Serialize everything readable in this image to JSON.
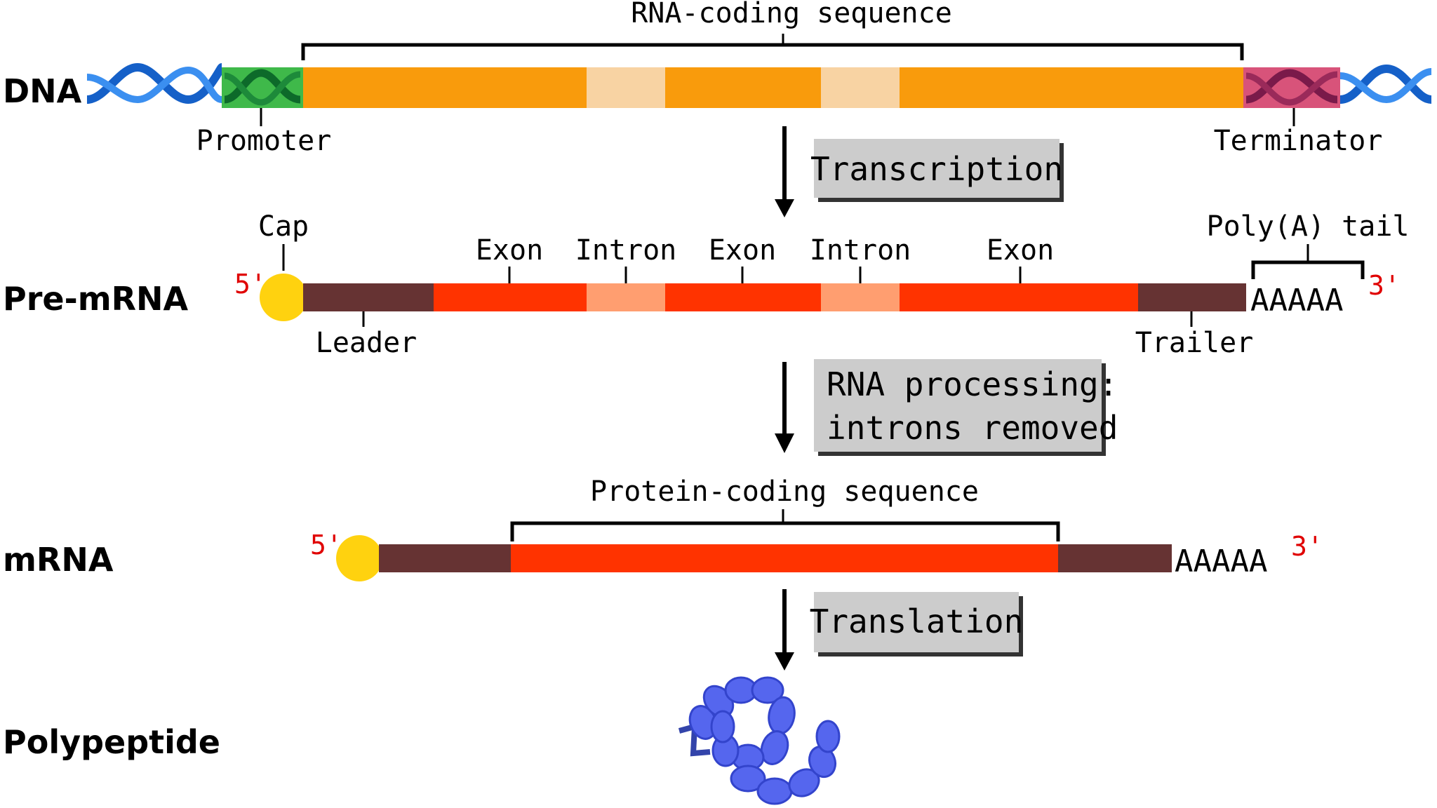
{
  "rows": {
    "dna": "DNA",
    "pre_mrna": "Pre-mRNA",
    "mrna": "mRNA",
    "polypeptide": "Polypeptide"
  },
  "dna": {
    "rna_coding_sequence": "RNA-coding sequence",
    "promoter": "Promoter",
    "terminator": "Terminator"
  },
  "steps": {
    "transcription": "Transcription",
    "rna_processing_line1": "RNA processing:",
    "rna_processing_line2": "introns removed",
    "translation": "Translation"
  },
  "pre_mrna": {
    "cap": "Cap",
    "five_prime": "5'",
    "three_prime": "3'",
    "exon_1": "Exon",
    "intron_1": "Intron",
    "exon_2": "Exon",
    "intron_2": "Intron",
    "exon_3": "Exon",
    "poly_a_tail": "Poly(A) tail",
    "poly_a": "AAAAA",
    "leader": "Leader",
    "trailer": "Trailer"
  },
  "mrna": {
    "protein_coding_sequence": "Protein-coding sequence",
    "five_prime": "5'",
    "three_prime": "3'",
    "poly_a": "AAAAA"
  },
  "colors": {
    "exon_dna": "#f99b0c",
    "intron_dna": "#f8d3a3",
    "promoter": "#3fb94a",
    "terminator": "#d8537a",
    "helix": "#1560c8",
    "exon_rna": "#ff3300",
    "intron_rna": "#ff9e70",
    "utr": "#663333",
    "cap": "#ffd20f",
    "step_box": "#cccccc",
    "prime_label": "#e00000",
    "polypeptide": "#5566ee"
  }
}
